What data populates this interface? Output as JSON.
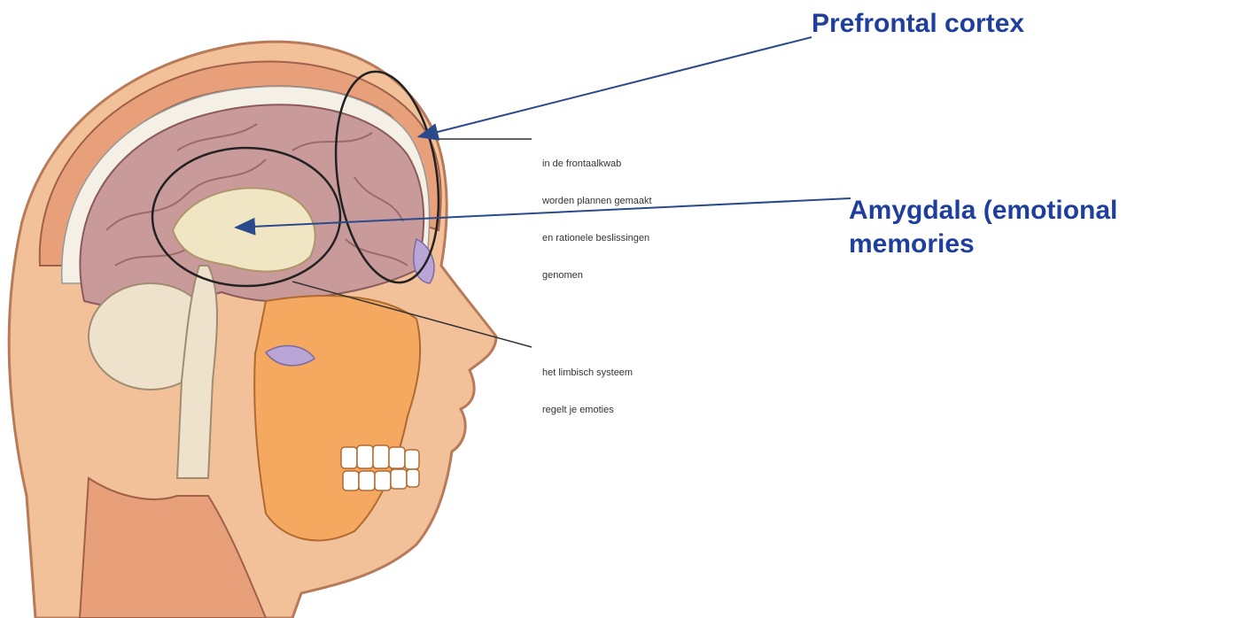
{
  "labels": {
    "prefrontal": "Prefrontal cortex",
    "amygdala_line1": "Amygdala (emotional",
    "amygdala_line2": "memories"
  },
  "captions": {
    "frontal_lobe": [
      "in de frontaalkwab",
      "worden plannen gemaakt",
      "en rationele beslissingen",
      "genomen"
    ],
    "limbic_system": [
      "het limbisch systeem",
      "regelt je emoties"
    ]
  },
  "colors": {
    "label_text": "#1f3f9f",
    "arrow": "#2a4a8c",
    "skin": "#f2c19a",
    "brain": "#c99a9a",
    "skull_bone": "#f4a860"
  }
}
